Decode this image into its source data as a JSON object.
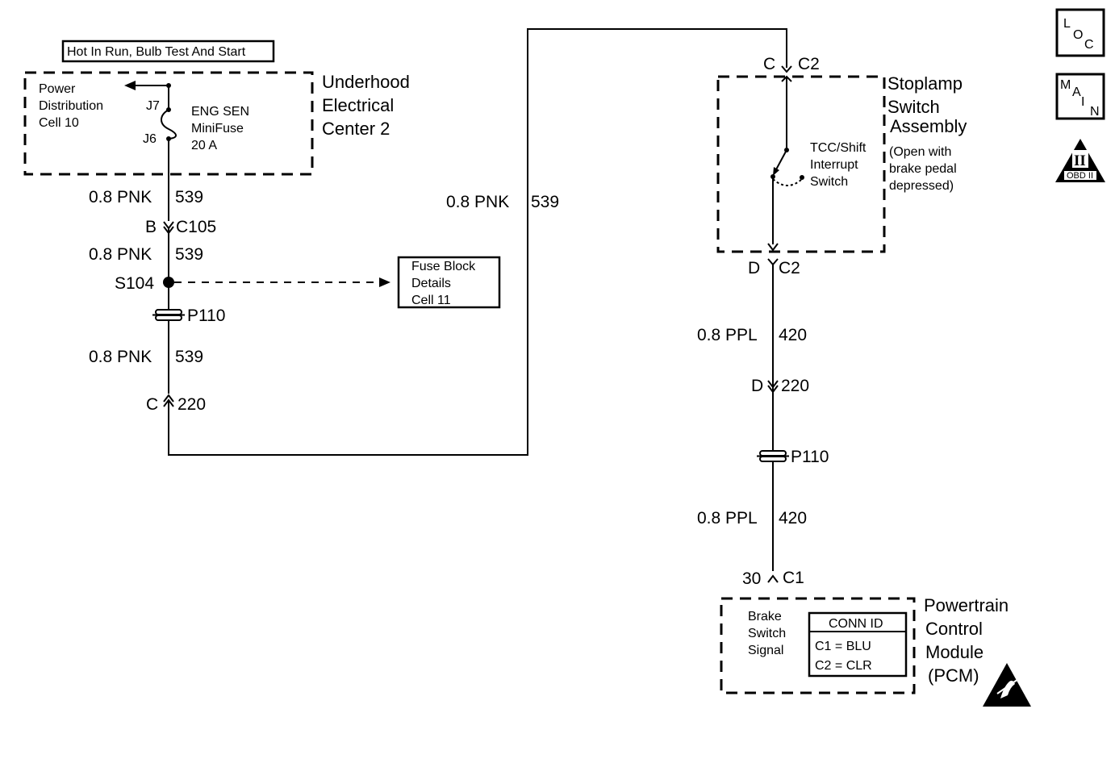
{
  "power_label": "Hot In Run, Bulb Test And Start",
  "uec": {
    "title": [
      "Underhood",
      "Electrical",
      "Center 2"
    ],
    "pdc": [
      "Power",
      "Distribution",
      "Cell 10"
    ],
    "j7": "J7",
    "j6": "J6",
    "fuse": [
      "ENG SEN",
      "MiniFuse",
      "20 A"
    ]
  },
  "left_wire": {
    "w1": "0.8 PNK",
    "w1_num": "539",
    "c105_pin": "B",
    "c105": "C105",
    "w2": "0.8 PNK",
    "w2_num": "539",
    "splice": "S104",
    "p110": "P110",
    "w3": "0.8 PNK",
    "w3_num": "539",
    "c220_pin": "C",
    "c220": "220"
  },
  "fuse_block": [
    "Fuse Block",
    "Details",
    "Cell 11"
  ],
  "mid_wire": {
    "color": "0.8 PNK",
    "num": "539"
  },
  "stoplamp": {
    "top_pin": "C",
    "top_conn": "C2",
    "title": [
      "Stoplamp",
      "Switch",
      "Assembly"
    ],
    "note": [
      "(Open with",
      "brake pedal",
      "depressed)"
    ],
    "switch": [
      "TCC/Shift",
      "Interrupt",
      "Switch"
    ],
    "bot_pin": "D",
    "bot_conn": "C2"
  },
  "right_wire": {
    "w1": "0.8 PPL",
    "w1_num": "420",
    "c220_pin": "D",
    "c220": "220",
    "p110": "P110",
    "w2": "0.8 PPL",
    "w2_num": "420",
    "c1_pin": "30",
    "c1": "C1"
  },
  "pcm": {
    "signal": [
      "Brake",
      "Switch",
      "Signal"
    ],
    "conn_id_title": "CONN ID",
    "c1": "C1 = BLU",
    "c2": "C2 = CLR",
    "title": [
      "Powertrain",
      "Control",
      "Module",
      "(PCM)"
    ]
  },
  "icons": {
    "loc": [
      "L",
      "O",
      "C"
    ],
    "main": [
      "M",
      "A",
      "I",
      "N"
    ],
    "obd_numeral": "II",
    "obd": "OBD II"
  }
}
